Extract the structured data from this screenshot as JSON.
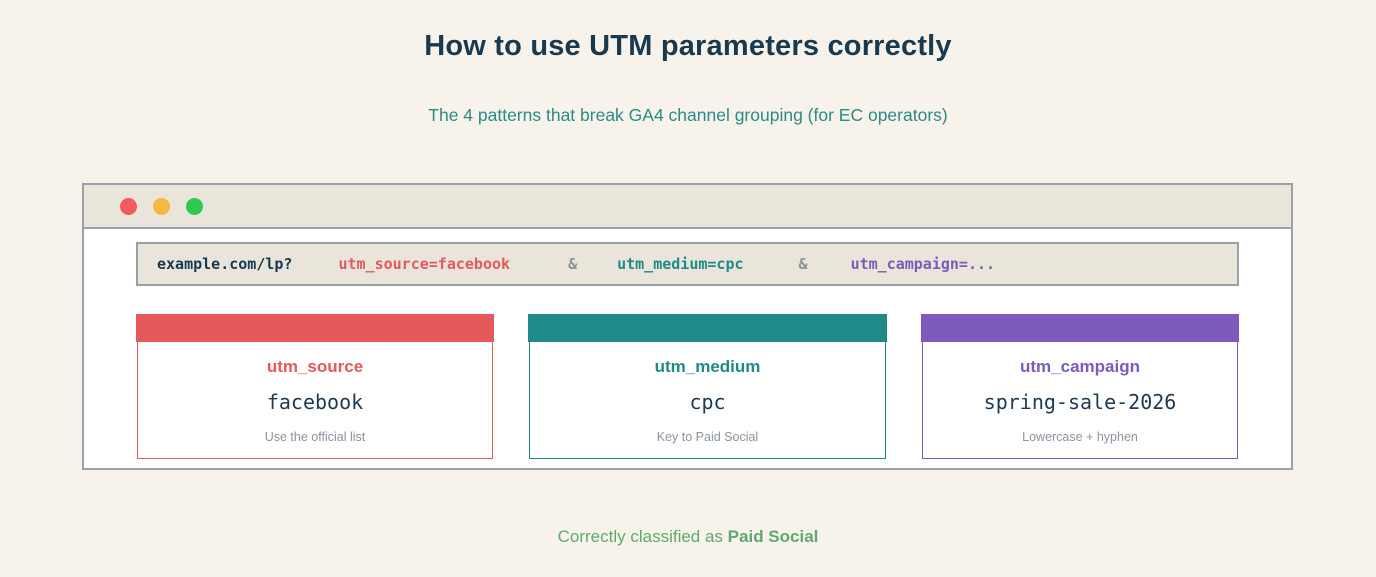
{
  "header": {
    "title": "How to use UTM parameters correctly",
    "subtitle": "The 4 patterns that break GA4 channel grouping (for EC operators)"
  },
  "browser": {
    "window_controls": [
      "close",
      "minimize",
      "maximize"
    ],
    "url": {
      "base": "example.com/lp?",
      "params": [
        {
          "text": "utm_source=facebook",
          "color": "#e5595c"
        },
        {
          "text": "&",
          "color": "#8a929e"
        },
        {
          "text": "utm_medium=cpc",
          "color": "#1f8a87"
        },
        {
          "text": "&",
          "color": "#8a929e"
        },
        {
          "text": "utm_campaign=...",
          "color": "#7c5bbd"
        }
      ]
    },
    "cards": [
      {
        "param": "utm_source",
        "value": "facebook",
        "note": "Use the official list",
        "accent": "#e5595c"
      },
      {
        "param": "utm_medium",
        "value": "cpc",
        "note": "Key to Paid Social",
        "accent": "#1f8a87"
      },
      {
        "param": "utm_campaign",
        "value": "spring-sale-2026",
        "note": "Lowercase + hyphen",
        "accent": "#7c5bbd"
      }
    ]
  },
  "footer": {
    "caption_prefix": "Correctly classified as ",
    "caption_highlight": "Paid Social"
  },
  "colors": {
    "background": "#f7f3ea",
    "bar_beige": "#e9e5da",
    "window_border": "#9aa1ab",
    "title_navy": "#173a50",
    "subtitle_teal": "#2a8b8a",
    "caption_green": "#5caa6d",
    "note_gray": "#8b93a2",
    "traffic_red": "#f15d5b",
    "traffic_yellow": "#f6b83e",
    "traffic_green": "#2ec951"
  }
}
